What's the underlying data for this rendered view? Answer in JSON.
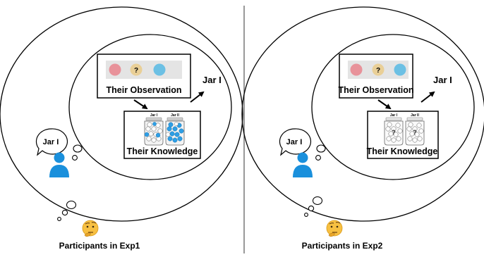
{
  "panels": [
    {
      "caption": "Participants in Exp1",
      "observation_label": "Their Observation",
      "knowledge_label": "Their Knowledge",
      "answer_label": "Jar I",
      "speech_label": "Jar I",
      "jar_labels": [
        "Jar I",
        "Jar II"
      ],
      "observation_mark": "?",
      "knowledge_state": "known"
    },
    {
      "caption": "Participants in Exp2",
      "observation_label": "Their Observation",
      "knowledge_label": "Their Knowledge",
      "answer_label": "Jar I",
      "speech_label": "Jar I",
      "jar_labels": [
        "Jar I",
        "Jar II"
      ],
      "observation_mark": "?",
      "knowledge_state": "unknown"
    }
  ],
  "colors": {
    "ball_red": "#e8929a",
    "ball_tan": "#e9cf97",
    "ball_blue": "#6cc0e4",
    "strip_bg": "#e4e4e4",
    "person_blue": "#1a90dc",
    "jar_blue": "#2e9fe6",
    "divider": "#555555"
  },
  "icons": [
    "person-icon",
    "thinking-face-icon",
    "thought-bubble-icon",
    "arrow-icon",
    "jar-icon"
  ]
}
